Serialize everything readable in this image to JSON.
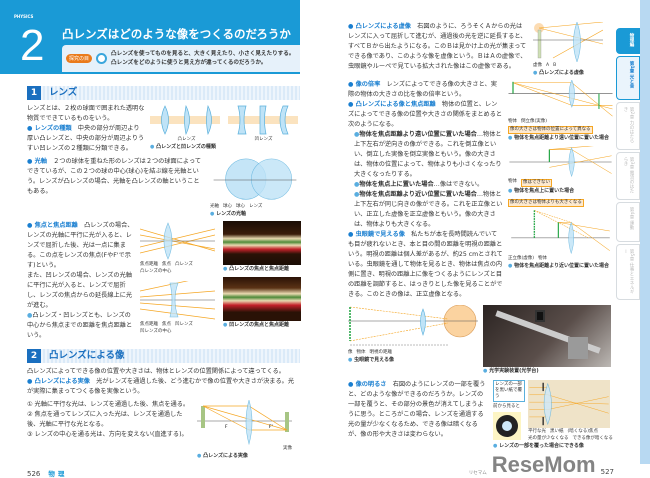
{
  "left": {
    "logo": "PHYSICS",
    "chapter_number": "2",
    "title": "凸レンズはどのような像をつくるのだろうか",
    "question_badge": "探究の目",
    "question_text": "凸レンズを使ってものを見ると、大きく見えたり、小さく見えたりする。凸レンズをどのように使うと見え方が違ってくるのだろうか。",
    "section1": {
      "number": "1",
      "title": "レンズ"
    },
    "intro": "レンズとは、２枚の球面で囲まれた透明な物質でできているものをいう。",
    "kinds_kw": "レンズの種類",
    "kinds_text": "中央の部分が周辺より厚い凸レンズと、中央の部分が周辺よりうすい凹レンズの２種類に分類できる。",
    "axis_kw": "光軸",
    "axis_text": "２つの球体を重ねた形のレンズは２つの球面によってできているが、この２つの球の中心(球心)を結ぶ線を光軸という。レンズが凸レンズの場合、光軸を凸レンズの軸ということもある。",
    "focus_kw": "焦点と焦点距離",
    "focus_text1": "凸レンズの場合、レンズの光軸に平行に光が入ると、レンズで屈折した後、光は一点に集まる。この点をレンズの焦点(FやF'で示す)という。",
    "focus_text2": "また、凹レンズの場合、レンズの光軸に平行に光が入ると、レンズで屈折し、レンズの焦点からの延長線上に光が進む。",
    "focus_note": "凸レンズ・凹レンズとも、レンズの中心から焦点までの距離を焦点距離という。",
    "fig_lenses": {
      "convex": "凸レンズ",
      "concave": "凹レンズ",
      "caption": "凸レンズと凹レンズの種類"
    },
    "fig_axis": {
      "axis": "光軸",
      "center1": "球心",
      "center2": "球心",
      "lens": "レンズ",
      "caption": "レンズの光軸"
    },
    "fig_convex_focus": {
      "focal_length": "焦点距離",
      "focus": "焦点",
      "lens": "凸レンズ",
      "center": "凸レンズの中心",
      "caption": "凸レンズの焦点と焦点距離"
    },
    "fig_concave_focus": {
      "focal_length": "焦点距離",
      "focus": "焦点",
      "lens": "凹レンズ",
      "center": "凹レンズの中心",
      "caption": "凹レンズの焦点と焦点距離"
    },
    "section2": {
      "number": "2",
      "title": "凸レンズによる像"
    },
    "s2_intro": "凸レンズによってできる像の位置や大きさは、物体とレンズの位置関係によって違ってくる。",
    "real_kw": "凸レンズによる実像",
    "real_text": "光がレンズを通過した後、どう進むかで像の位置や大きさが決まる。光が実際に集まってつくる像を実像という。",
    "rules": [
      "① 光軸に平行な光は、レンズを通過した後、焦点を通る。",
      "② 焦点を通ってレンズに入った光は、レンズを通過した後、光軸に平行な光となる。",
      "③ レンズの中心を通る光は、方向を変えない(直進する)。"
    ],
    "fig_real": {
      "real_image": "実像",
      "caption": "凸レンズによる実像",
      "f": "F",
      "f2": "F'"
    },
    "page_number": "526",
    "page_label": "物理"
  },
  "right": {
    "virtual_kw": "凸レンズによる虚像",
    "virtual_text": "右図のように、ろうそくＡからの光はレンズに入って屈折して進むが、通過後の光を逆に延長すると、すべてＢから出たようになる。このＢは見かけ上の光が集まってできる像であり、このような像を虚像という。ＢはＡの虚像で、虫眼鏡やルーペで見ている拡大された像はこの虚像である。",
    "fig_virtual": {
      "virtual": "虚像",
      "a": "A",
      "b": "B",
      "caption": "凸レンズによる虚像"
    },
    "mag_kw": "像の倍率",
    "mag_text": "レンズによってできる像の大きさと、実際の物体の大きさの比を像の倍率という。",
    "pos_kw": "凸レンズによる像と焦点距離",
    "pos_text": "物体の位置と、レンズによってできる像の位置や大きさの関係をまとめると次のようになる。",
    "case1_kw": "物体を焦点距離より遠い位置に置いた場合",
    "case1_text": "…物体と上下左右が逆向きの像ができる。これを倒立像といい、倒立した実像を倒立実像ともいう。像の大きさは、物体の位置によって、物体よりも小さくなったり大きくなったりする。",
    "case2_kw": "物体を焦点上に置いた場合",
    "case2_text": "…像はできない。",
    "case3_kw": "物体を焦点距離より近い位置に置いた場合",
    "case3_text": "…物体と上下左右が同じ向きの像ができる。これを正立像といい、正立した虚像を正立虚像ともいう。像の大きさは、物体よりも大きくなる。",
    "loupe_kw": "虫眼鏡で見える像",
    "loupe_text": "私たちが本を長時間読んでいても目が疲れないとき、本と目の間の距離を明視の距離という。明視の距離は個人差があるが、約25 cmとされている。虫眼鏡を通して物体を見るとき、物体は焦点の内側に置き、明視の距離上に像をつくるようにレンズと目の距離を調節すると、はっきりとした像を見ることができる。このときの像は、正立虚像となる。",
    "fig_far": {
      "inverted": "倒立像(実像)",
      "object": "物体",
      "note": "像の大きさは物体の位置によって異なる",
      "caption": "物体を焦点距離より遠い位置に置いた場合"
    },
    "fig_on": {
      "object": "物体",
      "note": "像はできない",
      "caption": "物体を焦点上に置いた場合"
    },
    "fig_near": {
      "upright": "正立像(虚像)",
      "object": "物体",
      "note": "像の大きさは物体よりも大きくなる",
      "caption": "物体を焦点距離より近い位置に置いた場合"
    },
    "fig_eye": {
      "image": "像",
      "object": "物体",
      "distance": "明視の距離",
      "caption": "虫眼鏡で見える像"
    },
    "photo_caption": "光学実験装置(光学台)",
    "bright_kw": "像の明るさ",
    "bright_text": "右図のようにレンズの一部を覆うと、どのような像ができるのだろうか。レンズの一部を覆うと、その部分の景色が消えてしまうように思う。ところがこの場合、レンズを通過する光の量が少なくなるため、できる像は暗くなるが、像の形や大きさは変わらない。",
    "fig_cover": {
      "label1": "レンズの一部を黒い紙で覆う",
      "label2": "前から見ると",
      "parallel": "平行な光",
      "paper": "黒い紙",
      "focus": "(暗くなる)焦点",
      "less": "光の量が少なくなる",
      "darker": "できる像が暗くなる",
      "caption": "レンズの一部を覆った場合にできる像"
    },
    "page_number": "527",
    "watermark": "ReseMom",
    "watermark_kana": "リセマム"
  },
  "tabs": [
    {
      "label": "物理編",
      "active": true
    },
    {
      "label": "第1章 光と音",
      "current": true
    },
    {
      "label": "第2章 力のはたらき"
    },
    {
      "label": "第3章 電流のはたらき"
    },
    {
      "label": "第4章 運動"
    },
    {
      "label": "第5章 仕事とエネルギー"
    }
  ],
  "colors": {
    "brand": "#1a9ad6",
    "keyword": "#1a7fd0",
    "ray": "#f5a623",
    "lens": "#bfe3f7",
    "badge": "#ea7b1c"
  }
}
